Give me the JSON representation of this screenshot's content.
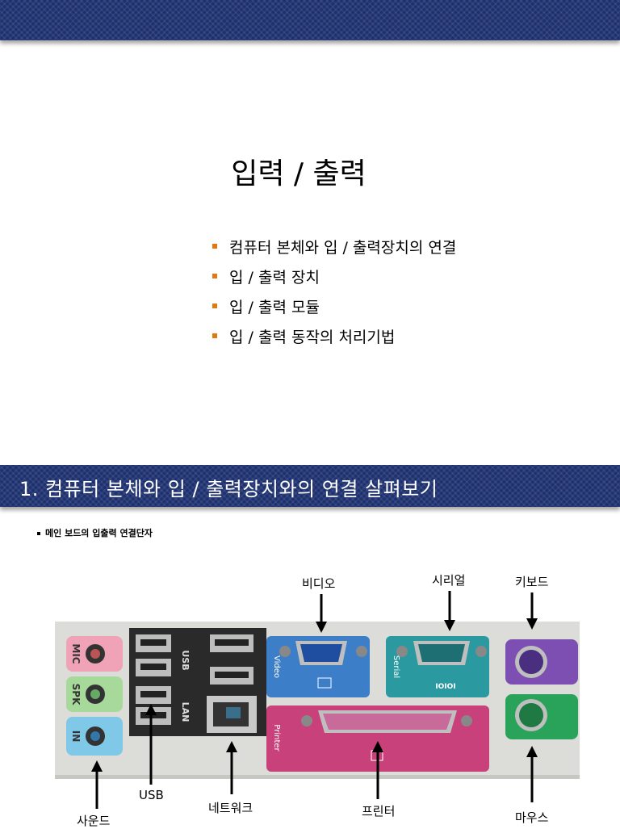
{
  "slide1": {
    "title": "입력 / 출력",
    "bullets": [
      "컴퓨터 본체와 입 / 출력장치의 연결",
      "입 / 출력 장치",
      "입 / 출력 모듈",
      "입 / 출력 동작의 처리기법"
    ]
  },
  "slide2": {
    "title": "1.  컴퓨터 본체와 입 / 출력장치와의 연결 살펴보기",
    "sub_bullet": "메인 보드의 입출력 연결단자",
    "panel_text": {
      "mic": "MIC",
      "spk": "SPK",
      "in": "IN",
      "usb": "USB",
      "lan": "LAN",
      "video": "Video",
      "serial": "Serial",
      "serial_icon": "IOIOI",
      "printer": "Printer"
    },
    "labels": {
      "video": "비디오",
      "serial": "시리얼",
      "keyboard": "키보드",
      "usb": "USB",
      "network": "네트워크",
      "printer": "프린터",
      "mouse": "마우스",
      "sound": "사운드"
    }
  },
  "colors": {
    "band": "#1c2f6e",
    "bullet": "#e07a10",
    "mic_port": "#f0a3b6",
    "spk_port": "#a6d99a",
    "in_port": "#7fc8e8",
    "video_port": "#3d7ec9",
    "serial_port": "#2a9aa0",
    "printer_port": "#c8417a",
    "keyboard_port": "#7d4fb3",
    "mouse_port": "#29a35a"
  }
}
